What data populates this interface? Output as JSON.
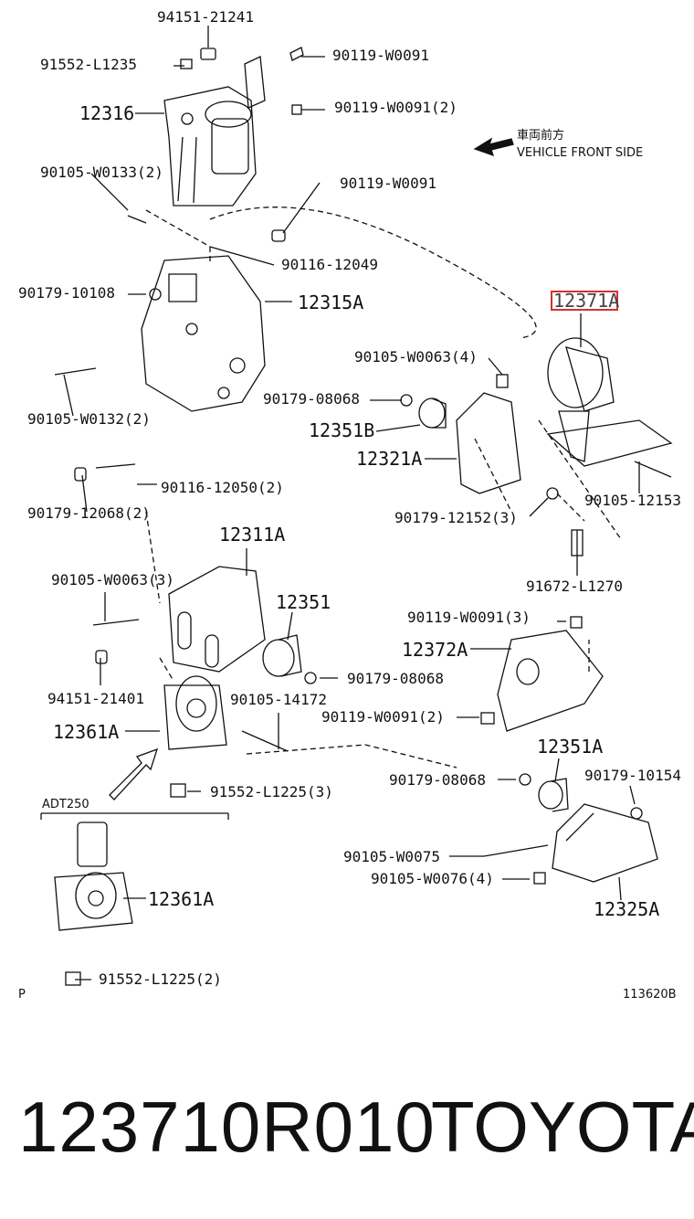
{
  "labels": [
    "94151-21241",
    "91552-L1235",
    "90119-W0091",
    "12316",
    "90119-W0091(2)",
    "90105-W0133(2)",
    "90119-W0091",
    "90116-12049",
    "90179-10108",
    "12315A",
    "90105-W0063(4)",
    "90179-08068",
    "90105-W0132(2)",
    "12351B",
    "12321A",
    "90116-12050(2)",
    "90179-12068(2)",
    "90179-12152(3)",
    "90105-12153",
    "91672-L1270",
    "12311A",
    "90105-W0063(3)",
    "12351",
    "90119-W0091(3)",
    "12372A",
    "90179-08068",
    "94151-21401",
    "90105-14172",
    "90119-W0091(2)",
    "12361A",
    "12351A",
    "90179-08068",
    "90179-10154",
    "91552-L1225(3)",
    "ADT250",
    "90105-W0075",
    "90105-W0076(4)",
    "12325A",
    "12361A",
    "91552-L1225(2)",
    "P",
    "113620B"
  ],
  "highlighted_part": "12371A",
  "front_jp": "車両前方",
  "front_en": "VEHICLE FRONT SIDE",
  "footer": {
    "part_number": "123710R010",
    "brand": "TOYOTA"
  },
  "colors": {
    "highlight": "#d43030",
    "ink": "#111111"
  }
}
